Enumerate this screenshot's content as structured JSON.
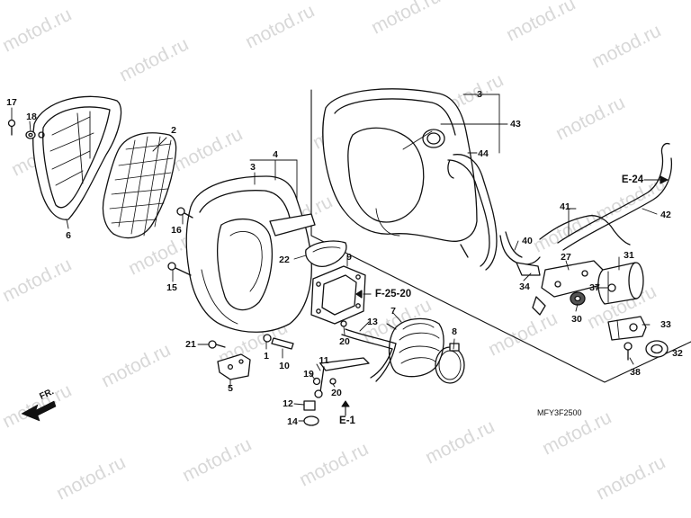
{
  "diagram": {
    "drawing_code": "MFY3F2500",
    "front_label": "FR.",
    "watermark": "motod.ru",
    "references": {
      "e24": "E-24",
      "f2520": "F-25-20",
      "e1": "E-1"
    },
    "callouts": {
      "n1": "1",
      "n2": "2",
      "n3a": "3",
      "n3b": "3",
      "n4": "4",
      "n5": "5",
      "n6": "6",
      "n7": "7",
      "n8": "8",
      "n9": "9",
      "n10": "10",
      "n11": "11",
      "n12": "12",
      "n13": "13",
      "n14": "14",
      "n15": "15",
      "n16": "16",
      "n17": "17",
      "n18": "18",
      "n19": "19",
      "n20a": "20",
      "n20b": "20",
      "n21": "21",
      "n22": "22",
      "n27": "27",
      "n30": "30",
      "n31": "31",
      "n32": "32",
      "n33": "33",
      "n34": "34",
      "n37": "37",
      "n38": "38",
      "n40": "40",
      "n41": "41",
      "n42": "42",
      "n43": "43",
      "n44": "44"
    }
  }
}
